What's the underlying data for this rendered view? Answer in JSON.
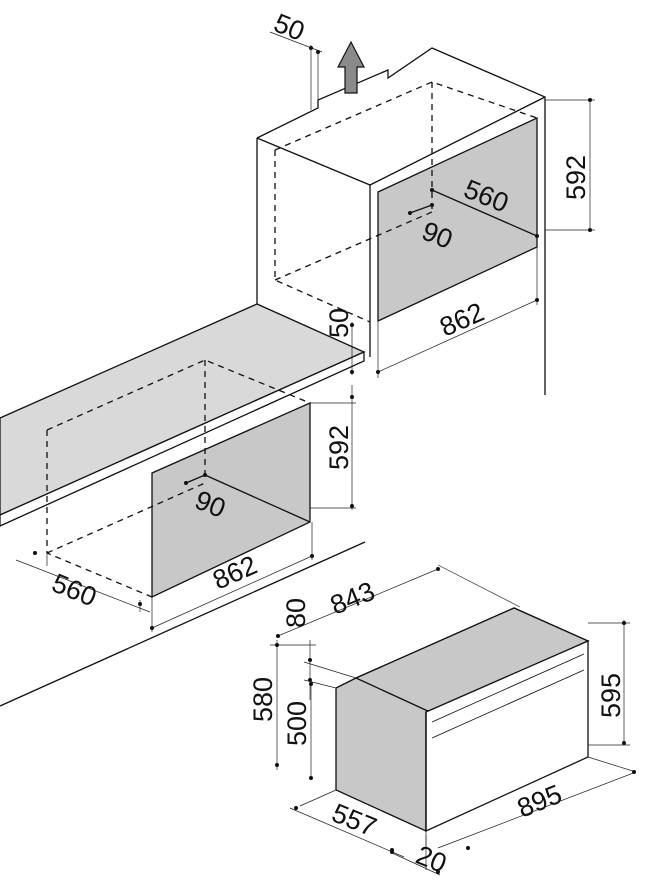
{
  "colors": {
    "line": "#111111",
    "shaded_face": "#c8c8c8",
    "counter_top": "#d9d9d9",
    "arrow_fill": "#8a8a8a",
    "background": "#ffffff"
  },
  "icons": [
    "ventilation-arrow-icon"
  ],
  "tall_cabinet": {
    "top_gap": "50",
    "niche_height": "592",
    "niche_depth": "560",
    "rear_gap": "90",
    "niche_width": "862",
    "gap_below": "50"
  },
  "under_counter": {
    "niche_height": "592",
    "rear_gap": "90",
    "niche_width": "862",
    "niche_depth": "560"
  },
  "oven": {
    "top_depth": "843",
    "top_step": "80",
    "total_height": "580",
    "body_height": "500",
    "front_height": "595",
    "front_width": "895",
    "body_depth": "557",
    "front_thickness": "20"
  }
}
